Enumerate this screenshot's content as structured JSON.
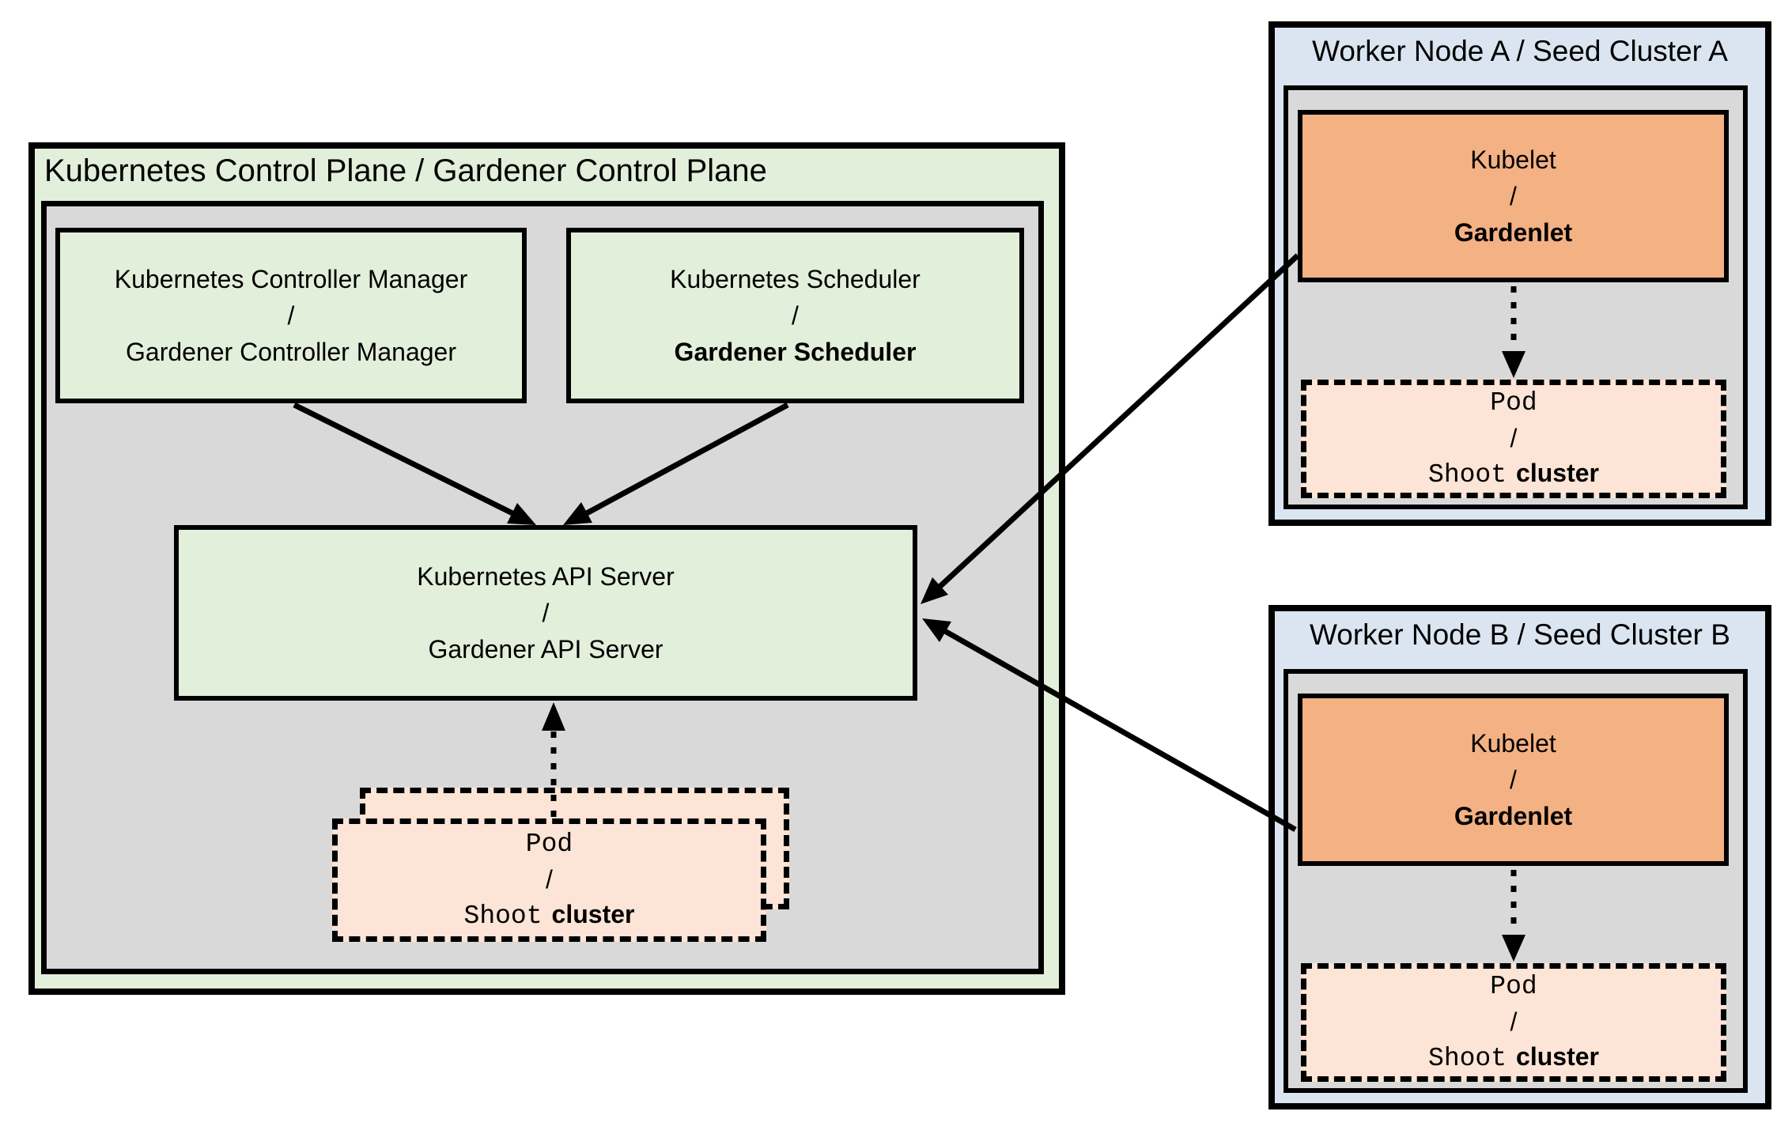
{
  "colors": {
    "background": "#ffffff",
    "green_fill": "#e2efda",
    "gray_fill": "#d9d9d9",
    "blue_fill": "#dbe5f1",
    "orange_fill": "#f4b183",
    "peach_fill": "#fce4d6",
    "border": "#000000"
  },
  "control_plane": {
    "title": "Kubernetes Control Plane / Gardener Control Plane",
    "controller_manager": {
      "line1": "Kubernetes Controller Manager",
      "line2": "/",
      "line3": "Gardener Controller Manager"
    },
    "scheduler": {
      "line1": "Kubernetes Scheduler",
      "line2": "/",
      "line3": "Gardener Scheduler"
    },
    "api_server": {
      "line1": "Kubernetes API Server",
      "line2": "/",
      "line3": "Gardener API Server"
    },
    "pod": {
      "line1": "Pod",
      "line2": "/",
      "line3_code": "Shoot",
      "line3_text": "cluster"
    }
  },
  "worker_nodes": [
    {
      "title": "Worker Node A / Seed Cluster A",
      "kubelet": {
        "line1": "Kubelet",
        "line2": "/",
        "line3": "Gardenlet"
      },
      "pod": {
        "line1": "Pod",
        "line2": "/",
        "line3_code": "Shoot",
        "line3_text": "cluster"
      }
    },
    {
      "title": "Worker Node B / Seed Cluster B",
      "kubelet": {
        "line1": "Kubelet",
        "line2": "/",
        "line3": "Gardenlet"
      },
      "pod": {
        "line1": "Pod",
        "line2": "/",
        "line3_code": "Shoot",
        "line3_text": "cluster"
      }
    }
  ]
}
